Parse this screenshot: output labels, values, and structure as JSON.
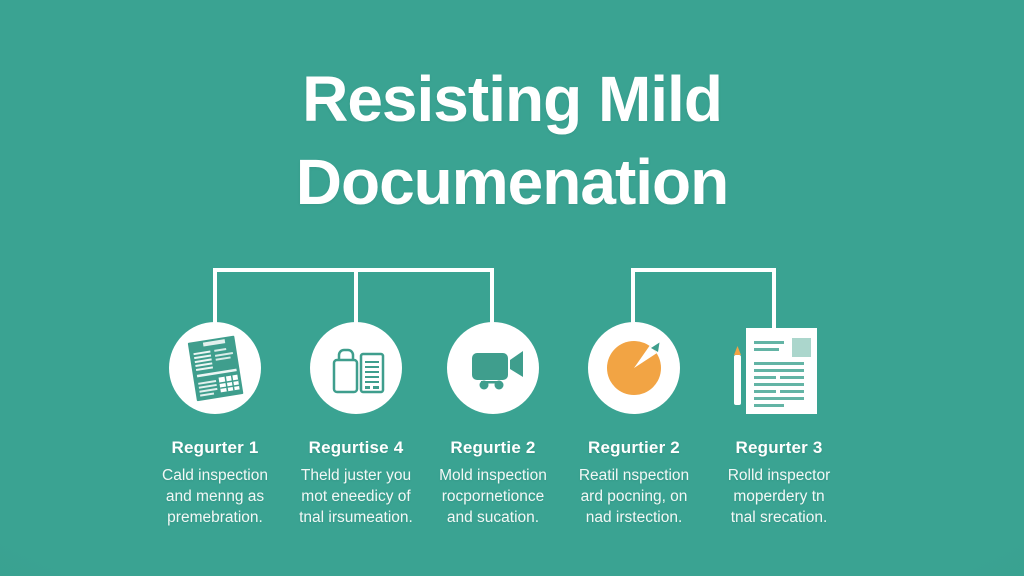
{
  "title": {
    "line1": "Resisting Mild",
    "line2": "Documenation"
  },
  "colors": {
    "bg": "#3aa392",
    "bg_edge": "#2f9081",
    "orange": "#f2a444",
    "teal_icon": "#3f9e8d",
    "line_teal": "#63b4a5",
    "light_teal": "#abd6cc"
  },
  "columns": [
    {
      "icon": "tilted-form-icon",
      "label": "Regurter 1",
      "desc_lines": [
        "Cald inspection",
        "and menng as",
        "premebration."
      ]
    },
    {
      "icon": "lock-document-icon",
      "label": "Regurtise 4",
      "desc_lines": [
        "Theld juster you",
        "mot eneedicy of",
        "tnal irsumeation."
      ]
    },
    {
      "icon": "video-camera-icon",
      "label": "Regurtie 2",
      "desc_lines": [
        "Mold inspection",
        "rocpornetionce",
        "and sucation."
      ]
    },
    {
      "icon": "pie-chart-icon",
      "label": "Regurtier 2",
      "desc_lines": [
        "Reatil nspection",
        "ard pocning, on",
        "nad irstection."
      ]
    },
    {
      "icon": "document-pencil-icon",
      "label": "Regurter 3",
      "desc_lines": [
        "Rolld inspector",
        "moperdery tn",
        "tnal srecation."
      ]
    }
  ]
}
